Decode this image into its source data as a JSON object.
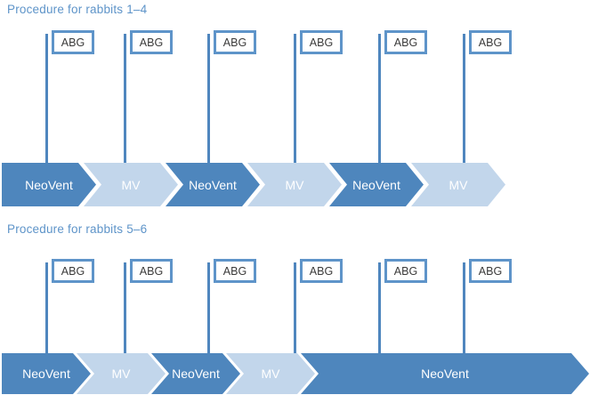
{
  "sections": [
    {
      "title": "Procedure for rabbits 1–4",
      "flags": [
        "ABG",
        "ABG",
        "ABG",
        "ABG",
        "ABG",
        "ABG"
      ],
      "phases": [
        {
          "label": "NeoVent",
          "style": "dark"
        },
        {
          "label": "MV",
          "style": "light"
        },
        {
          "label": "NeoVent",
          "style": "dark"
        },
        {
          "label": "MV",
          "style": "light"
        },
        {
          "label": "NeoVent",
          "style": "dark"
        },
        {
          "label": "MV",
          "style": "light"
        }
      ]
    },
    {
      "title": "Procedure for rabbits 5–6",
      "flags": [
        "ABG",
        "ABG",
        "ABG",
        "ABG",
        "ABG",
        "ABG"
      ],
      "phases": [
        {
          "label": "NeoVent",
          "style": "dark"
        },
        {
          "label": "MV",
          "style": "light"
        },
        {
          "label": "NeoVent",
          "style": "dark"
        },
        {
          "label": "MV",
          "style": "light"
        },
        {
          "label": "NeoVent",
          "style": "dark",
          "note": "extended"
        }
      ]
    }
  ],
  "colors": {
    "dark_arrow": "#4e86bd",
    "light_arrow": "#c2d6eb",
    "accent_blue": "#5e94c9",
    "pole_blue": "#4f86be",
    "flag_text": "#3a3a3a",
    "arrow_text": "#ffffff",
    "background": "#ffffff"
  }
}
